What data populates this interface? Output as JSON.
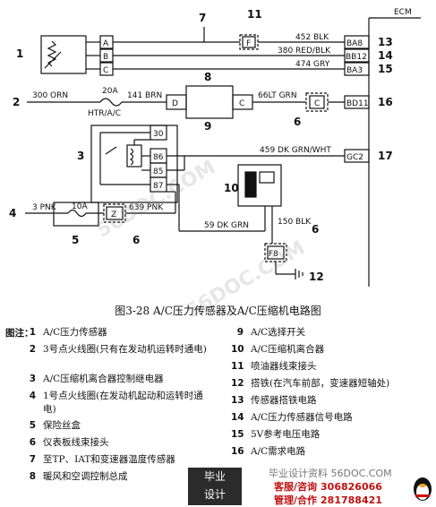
{
  "diagram": {
    "ecm_label": "ECM",
    "connector_pins": [
      "A",
      "B",
      "C"
    ],
    "connector_c_label": "C",
    "connector_d_label": "D",
    "relay_pins": [
      "30",
      "86",
      "85",
      "87"
    ],
    "ecm_pins": [
      "BA8",
      "BB12",
      "BA3",
      "BD11",
      "GC2"
    ],
    "fuse_label": "20A",
    "fuse_ckt_label": "HTR/A/C",
    "fuse2_label": "10A",
    "z_label": "Z",
    "f_label": "F",
    "f8_label": "F8",
    "wires": {
      "w452": "452 BLK",
      "w380": "380 RED/BLK",
      "w474": "474 GRY",
      "w300": "300 ORN",
      "w141": "141 BRN",
      "w66": "66LT GRN",
      "w459": "459 DK GRN/WHT",
      "w3pnk": "3 PNK",
      "w639": "639 PNK",
      "w59": "59 DK GRN",
      "w150": "150 BLK"
    },
    "callouts": {
      "n1": "1",
      "n2": "2",
      "n3": "3",
      "n4": "4",
      "n5": "5",
      "n6a": "6",
      "n6b": "6",
      "n6c": "6",
      "n7": "7",
      "n8": "8",
      "n9": "9",
      "n10": "10",
      "n11": "11",
      "n12": "12",
      "n13": "13",
      "n14": "14",
      "n15": "15",
      "n16": "16",
      "n17": "17"
    }
  },
  "caption": "图3-28  A/C压力传感器及A/C压缩机电路图",
  "legend": {
    "title": "图注：",
    "left": [
      {
        "num": "1",
        "text": "A/C压力传感器"
      },
      {
        "num": "2",
        "text": "3号点火线圈(只有在发动机运转时通电)"
      },
      {
        "num": "3",
        "text": "A/C压缩机离合器控制继电器"
      },
      {
        "num": "4",
        "text": "1号点火线圈(在发动机起动和运转时通电)"
      },
      {
        "num": "5",
        "text": "保险丝盒"
      },
      {
        "num": "6",
        "text": "仪表板线束接头"
      },
      {
        "num": "7",
        "text": "至TP、IAT和变速器温度传感器"
      },
      {
        "num": "8",
        "text": "暖风和空调控制总成"
      }
    ],
    "right": [
      {
        "num": "9",
        "text": "A/C选择开关"
      },
      {
        "num": "10",
        "text": "A/C压缩机离合器"
      },
      {
        "num": "11",
        "text": "喷油器线束接头"
      },
      {
        "num": "12",
        "text": "搭铁(在汽车前部，变速器短轴处)"
      },
      {
        "num": "13",
        "text": "传感器搭铁电路"
      },
      {
        "num": "14",
        "text": "A/C压力传感器信号电路"
      },
      {
        "num": "15",
        "text": "5V参考电压电路"
      },
      {
        "num": "16",
        "text": "A/C需求电路"
      }
    ]
  },
  "footer": {
    "brand_line1": "毕业",
    "brand_line2": "设计",
    "site": "毕业设计资料 56DOC.COM",
    "service_label": "客服/咨询",
    "service_phone": "306826066",
    "manage_label": "管理/合作",
    "manage_phone": "281788421"
  },
  "watermarks": [
    "56DOC.COM",
    "56DOC.COM"
  ]
}
